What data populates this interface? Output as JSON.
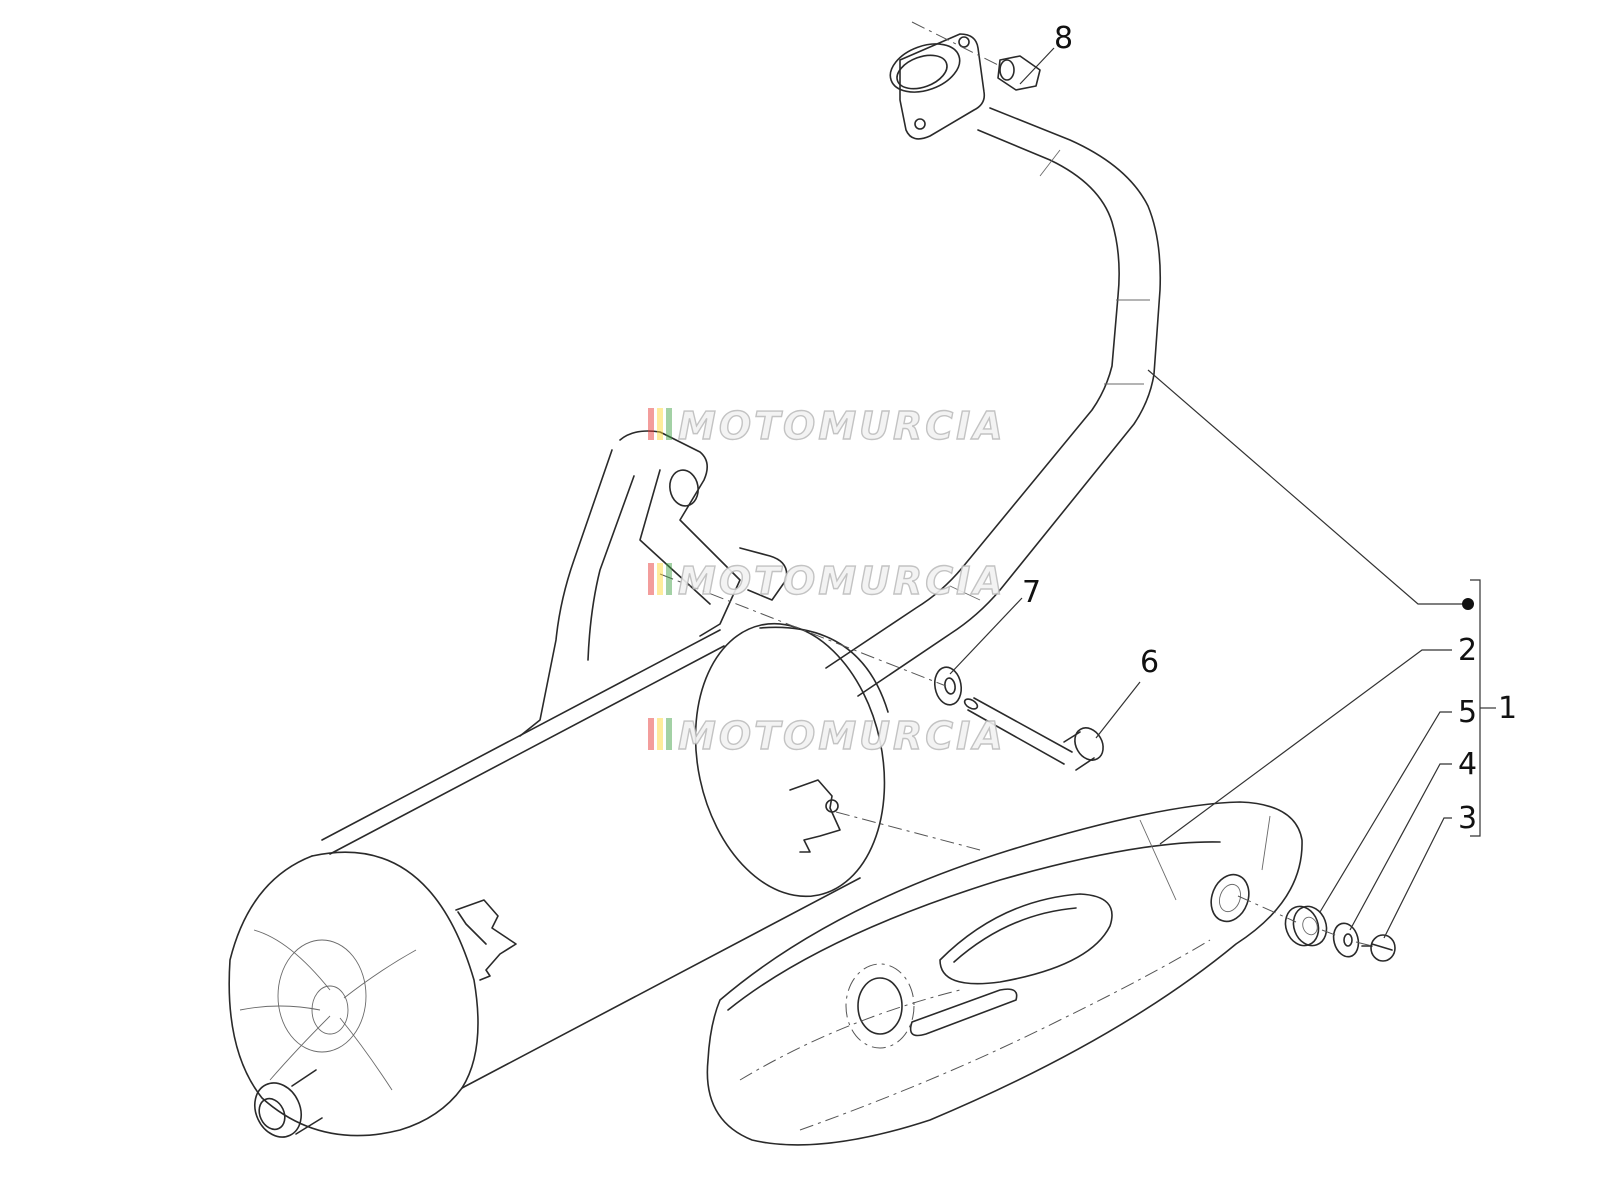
{
  "callouts": {
    "c1": "1",
    "c2": "2",
    "c3": "3",
    "c4": "4",
    "c5": "5",
    "c6": "6",
    "c7": "7",
    "c8": "8"
  },
  "watermark": {
    "text": "MOTOMURCIA",
    "stripe_colors": [
      "#e53935",
      "#fdd835",
      "#43a047"
    ]
  }
}
